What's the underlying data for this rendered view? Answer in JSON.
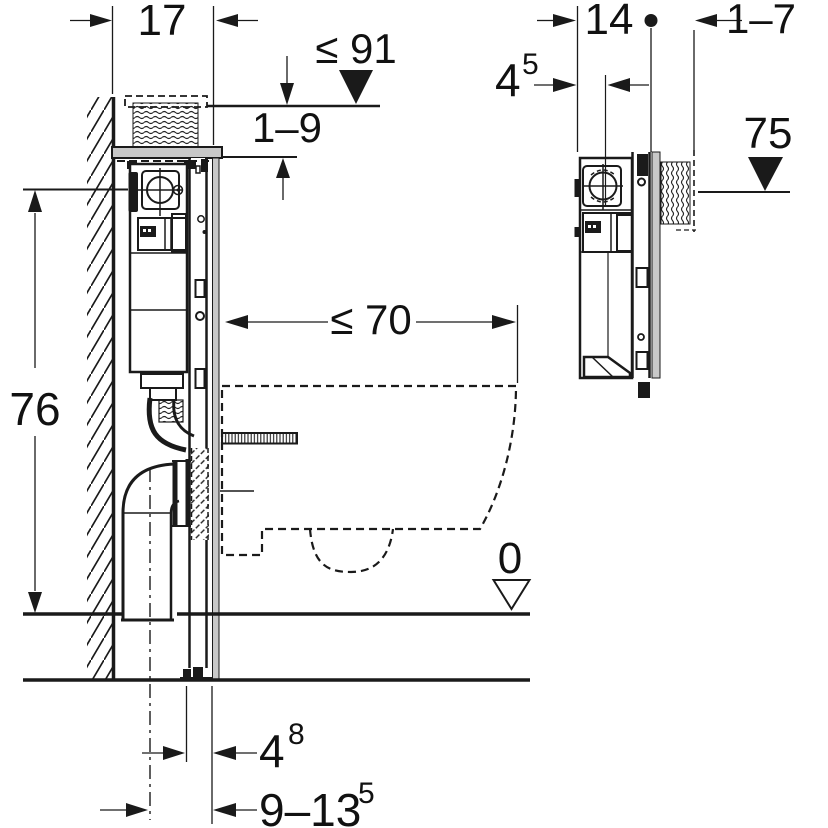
{
  "title": "Wall-hung WC mounting frame installation diagram",
  "colors": {
    "line": "#1a1a1a",
    "gray_fill": "#c8c8c8",
    "background": "#ffffff"
  },
  "front_view": {
    "dim_frame_width": "17",
    "dim_max_top_height": "≤ 91",
    "dim_finish_thickness_range": "1–9",
    "dim_supply_height": "76",
    "dim_bowl_depth": "≤ 70",
    "floor_level": "0",
    "dim_outlet_front_base": "4",
    "dim_outlet_front_sup": "8",
    "dim_outlet_axis_base": "9–13",
    "dim_outlet_axis_sup": "5"
  },
  "side_view": {
    "dim_frame_depth": "14",
    "dim_wall_finish_range": "1–7",
    "dim_pipe_offset_base": "4",
    "dim_pipe_offset_sup": "5",
    "dim_level_height": "75"
  }
}
